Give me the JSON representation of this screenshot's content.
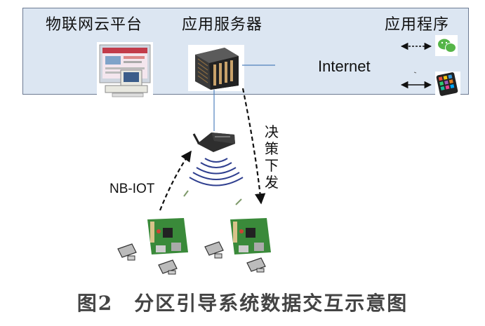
{
  "diagram": {
    "iot_platform_label": "物联网云平台",
    "app_server_label": "应用服务器",
    "app_label": "应用程序",
    "internet_label": "Internet",
    "nbiot_label": "NB-IOT",
    "decision_label": "决策下发",
    "caption": "图2　分区引导系统数据交互示意图"
  },
  "colors": {
    "panel_fill": "#dce6f2",
    "panel_border": "#6c7a92",
    "link_line": "#4f81bd",
    "signal_waves": "#2f3f8f",
    "board_green": "#3a8a3a",
    "wechat_green": "#55b548"
  },
  "icons": [
    "computer-icon",
    "server-rack-icon",
    "wechat-icon",
    "smartphone-apps-icon",
    "gateway-router-icon",
    "wireless-signal-icon",
    "raspberry-pi-board-icon",
    "camera-icon"
  ]
}
